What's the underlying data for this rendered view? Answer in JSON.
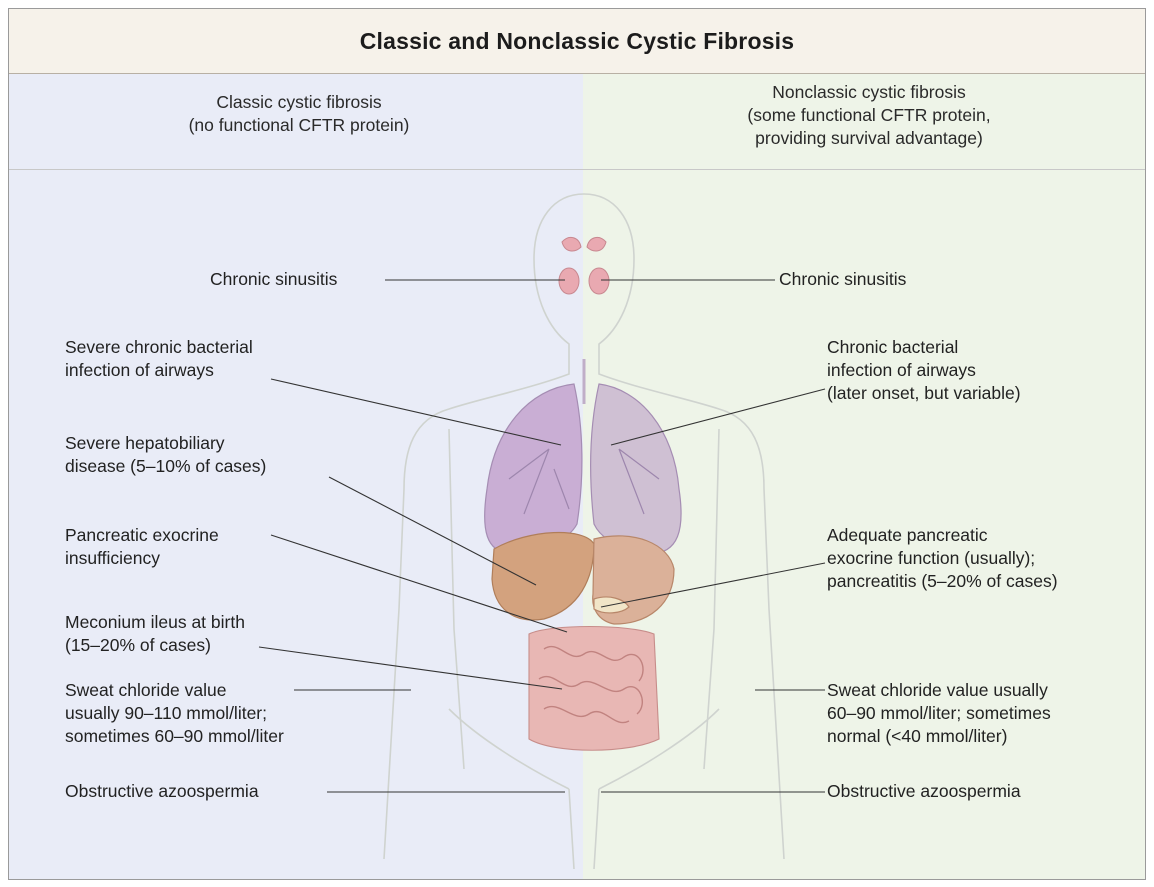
{
  "title": "Classic and Nonclassic Cystic Fibrosis",
  "columns": {
    "left": {
      "header": [
        "Classic cystic fibrosis",
        "(no functional CFTR protein)"
      ],
      "labels": [
        [
          "Chronic sinusitis"
        ],
        [
          "Severe chronic bacterial",
          "infection of airways"
        ],
        [
          "Severe hepatobiliary",
          "disease (5–10% of cases)"
        ],
        [
          "Pancreatic exocrine",
          "insufficiency"
        ],
        [
          "Meconium ileus at birth",
          "(15–20% of cases)"
        ],
        [
          "Sweat chloride value",
          "usually 90–110 mmol/liter;",
          "sometimes 60–90 mmol/liter"
        ],
        [
          "Obstructive azoospermia"
        ]
      ]
    },
    "right": {
      "header": [
        "Nonclassic cystic fibrosis",
        "(some functional CFTR protein,",
        "providing survival advantage)"
      ],
      "labels": [
        [
          "Chronic sinusitis"
        ],
        [
          "Chronic bacterial",
          "infection of airways",
          "(later onset, but variable)"
        ],
        [
          "Adequate pancreatic",
          "exocrine function (usually);",
          "pancreatitis (5–20% of cases)"
        ],
        [
          "Sweat chloride value usually",
          "60–90 mmol/liter; sometimes",
          "normal (<40 mmol/liter)"
        ],
        [
          "Obstructive azoospermia"
        ]
      ]
    }
  },
  "colors": {
    "left_panel": "#e9ecf7",
    "right_panel": "#eef4e8",
    "lungs": "#c9aed4",
    "liver": "#d3a27e",
    "intestine": "#e8b7b4",
    "sinus": "#e9a9b1",
    "leader_line": "#333333"
  }
}
